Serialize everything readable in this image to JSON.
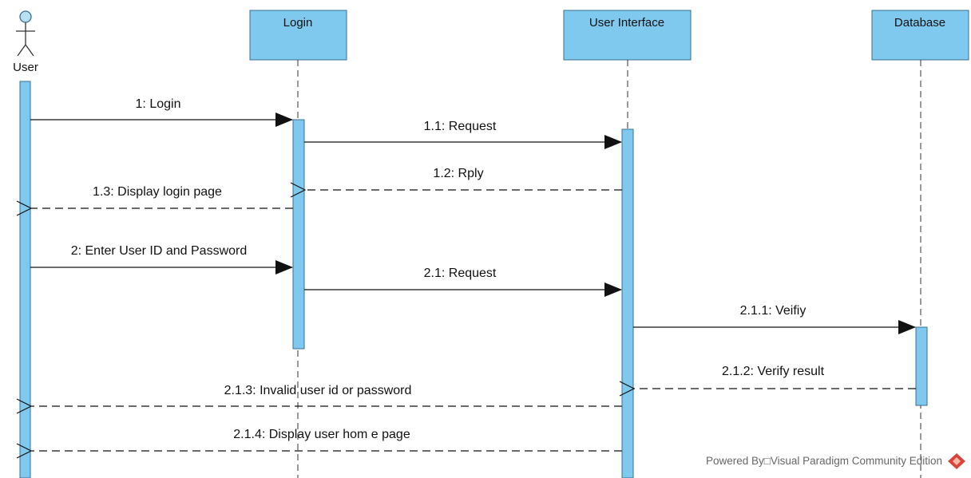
{
  "actor": {
    "label": "User"
  },
  "lifelines": [
    {
      "id": "login",
      "label": "Login"
    },
    {
      "id": "ui",
      "label": "User Interface"
    },
    {
      "id": "db",
      "label": "Database"
    }
  ],
  "messages": [
    {
      "label": "1: Login",
      "kind": "sync"
    },
    {
      "label": "1.1: Request",
      "kind": "sync"
    },
    {
      "label": "1.2: Rply",
      "kind": "return"
    },
    {
      "label": "1.3: Display login page",
      "kind": "return"
    },
    {
      "label": "2: Enter User ID and Password",
      "kind": "sync"
    },
    {
      "label": "2.1: Request",
      "kind": "sync"
    },
    {
      "label": "2.1.1: Veifiy",
      "kind": "sync"
    },
    {
      "label": "2.1.2: Verify result",
      "kind": "return"
    },
    {
      "label": "2.1.3: Invalid user id or password",
      "kind": "return"
    },
    {
      "label": "2.1.4: Display user hom e page",
      "kind": "return"
    }
  ],
  "watermark": "Powered By□Visual Paradigm Community Edition",
  "colors": {
    "box_fill": "#7fc9ee",
    "box_stroke": "#3a6f91",
    "activation_fill": "#7fc9ee",
    "logo": "#d9443a"
  }
}
